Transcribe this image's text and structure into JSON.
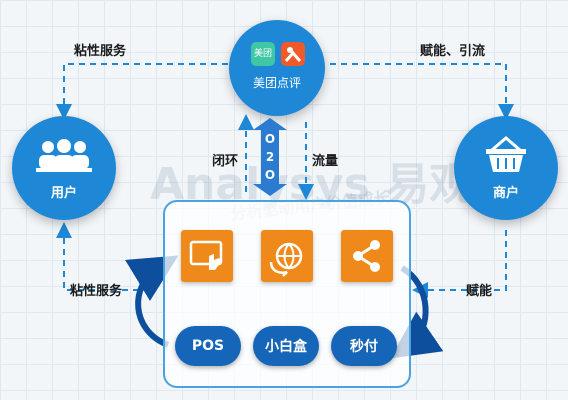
{
  "center": {
    "line1": "美团",
    "line2": "美团点评"
  },
  "o2o": [
    "O",
    "2",
    "O"
  ],
  "users": {
    "label": "用户"
  },
  "merchants": {
    "label": "商户"
  },
  "links": {
    "top_left": "粘性服务",
    "top_right": "赋能、引流",
    "closed_loop": "闭环",
    "traffic": "流量",
    "bottom_left": "粘性服务",
    "bottom_right": "赋能"
  },
  "products": [
    "POS",
    "小白盒",
    "秒付"
  ],
  "icons": [
    "tablet-touch-icon",
    "globe-refresh-icon",
    "share-icon"
  ],
  "watermark": {
    "brand": "Analysys 易观",
    "slogan": "分析驱动用户价值成长"
  },
  "colors": {
    "blue": "#1e88d6",
    "dark_blue": "#1565b8",
    "orange": "#ef8a1a"
  }
}
